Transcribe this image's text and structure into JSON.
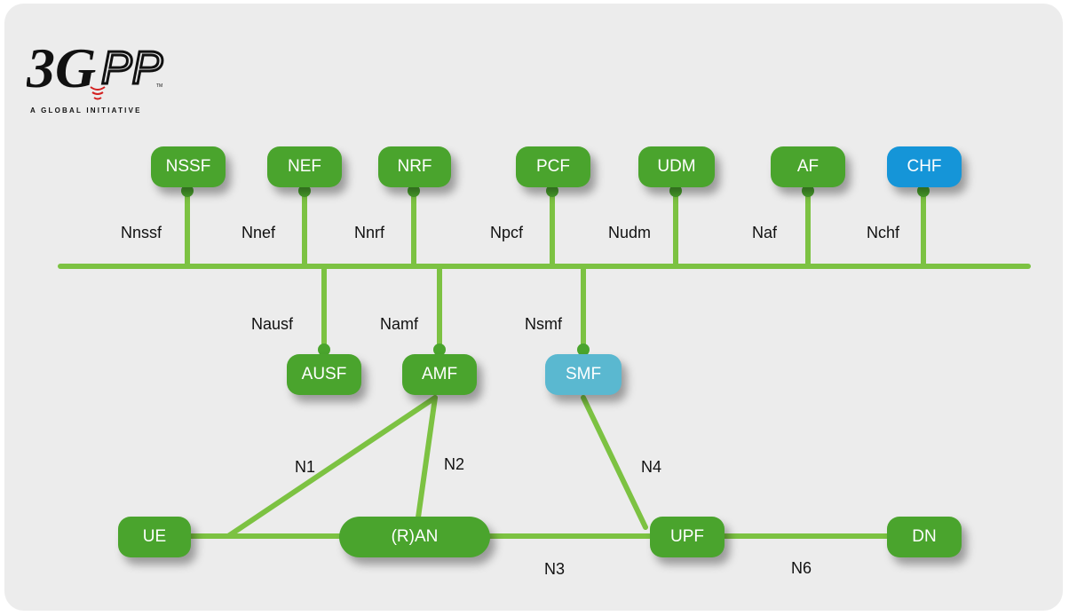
{
  "logo": {
    "text": "3GPP",
    "tagline": "A GLOBAL INITIATIVE"
  },
  "colors": {
    "green": "#4aa42d",
    "line": "#7cc242",
    "blue": "#1595d8",
    "light_blue": "#5ab8d0"
  },
  "nodes": {
    "nssf": "NSSF",
    "nef": "NEF",
    "nrf": "NRF",
    "pcf": "PCF",
    "udm": "UDM",
    "af": "AF",
    "chf": "CHF",
    "ausf": "AUSF",
    "amf": "AMF",
    "smf": "SMF",
    "ue": "UE",
    "ran": "(R)AN",
    "upf": "UPF",
    "dn": "DN"
  },
  "interfaces": {
    "nnssf": "Nnssf",
    "nnef": "Nnef",
    "nnrf": "Nnrf",
    "npcf": "Npcf",
    "nudm": "Nudm",
    "naf": "Naf",
    "nchf": "Nchf",
    "nausf": "Nausf",
    "namf": "Namf",
    "nsmf": "Nsmf",
    "n1": "N1",
    "n2": "N2",
    "n3": "N3",
    "n4": "N4",
    "n6": "N6"
  }
}
